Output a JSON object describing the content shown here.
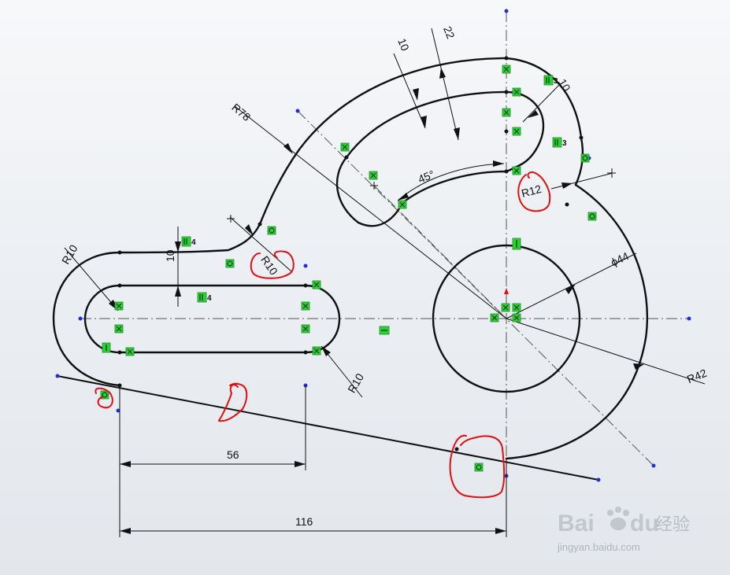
{
  "dimensions": {
    "d_10_top": "10",
    "d_22": "22",
    "d_R78": "R78",
    "d_R10_upper_left": "R10",
    "d_10_mid": "10",
    "d_R10_red": "R10",
    "d_45deg": "45°",
    "d_R12": "R12",
    "d_10_right": "10",
    "d_phi44": "ϕ44",
    "d_R42": "R42",
    "d_R10_lower": "R10",
    "d_56": "56",
    "d_116": "116"
  },
  "relation_labels": {
    "r4_upper": "4",
    "r4_lower": "4",
    "r3_upper": "3",
    "r3_lower": "3"
  },
  "watermark": {
    "brand_latin": "Bai",
    "brand_mid": "du",
    "brand_cn": "经验",
    "url": "jingyan.baidu.com"
  },
  "colors": {
    "relation_green": "#2fcf3a",
    "annotation_red": "#e01010",
    "endpoint_blue": "#1f2fd8"
  }
}
